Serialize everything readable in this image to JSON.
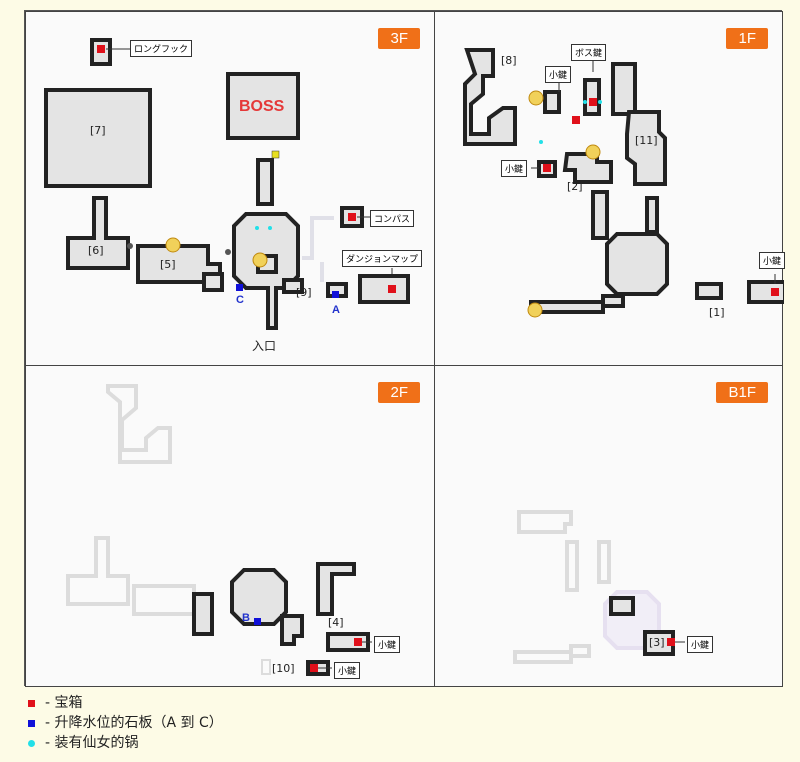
{
  "floors": {
    "f3": {
      "tag": "3F"
    },
    "f1": {
      "tag": "1F"
    },
    "f2": {
      "tag": "2F"
    },
    "b1f": {
      "tag": "B1F"
    }
  },
  "labels3f": {
    "longhook": "ロングフック",
    "compass": "コンパス",
    "map": "ダンジョンマップ",
    "boss": "BOSS",
    "entrance": "入口",
    "r7": "[7]",
    "r6": "[6]",
    "r5": "[5]",
    "r9": "[9]",
    "a": "A",
    "c": "C"
  },
  "labels1f": {
    "r8": "[8]",
    "small_key": "小鍵",
    "boss_key": "ボス鍵",
    "r11": "[11]",
    "small_key2": "小鍵",
    "r2": "[2]",
    "small_key3": "小鍵",
    "r1": "[1]"
  },
  "labels2f": {
    "b": "B",
    "r4": "[4]",
    "small_key": "小鍵",
    "r10": "[10]",
    "small_key2": "小鍵"
  },
  "labelsb1f": {
    "r3": "[3]",
    "small_key": "小鍵"
  },
  "legend": [
    {
      "color": "#e0101a",
      "text": "- 宝箱"
    },
    {
      "color": "#1010d8",
      "text": "- 升降水位的石板（A 到 C）"
    },
    {
      "color": "#22e0e8",
      "text": "- 装有仙女的锅"
    }
  ]
}
